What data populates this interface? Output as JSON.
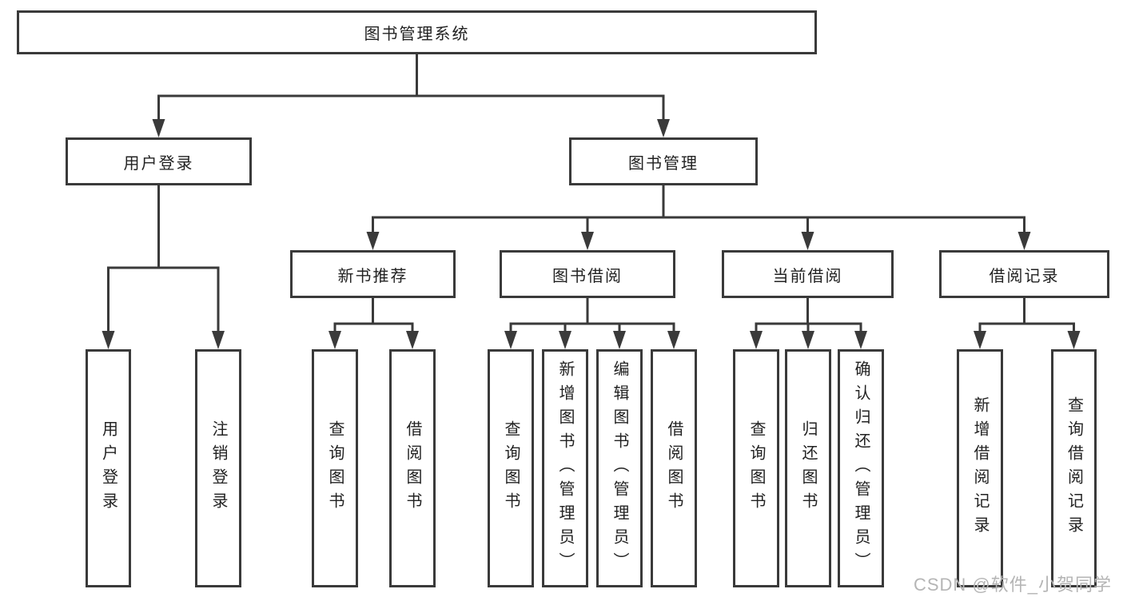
{
  "diagram": {
    "root": {
      "label": "图书管理系统"
    },
    "user_login": {
      "label": "用户登录",
      "children": [
        {
          "label": "用户登录"
        },
        {
          "label": "注销登录"
        }
      ]
    },
    "book_mgmt": {
      "label": "图书管理",
      "sections": [
        {
          "label": "新书推荐",
          "children": [
            {
              "label": "查询图书"
            },
            {
              "label": "借阅图书"
            }
          ]
        },
        {
          "label": "图书借阅",
          "children": [
            {
              "label": "查询图书"
            },
            {
              "label": "新增图书（管理员）"
            },
            {
              "label": "编辑图书（管理员）"
            },
            {
              "label": "借阅图书"
            }
          ]
        },
        {
          "label": "当前借阅",
          "children": [
            {
              "label": "查询图书"
            },
            {
              "label": "归还图书"
            },
            {
              "label": "确认归还（管理员）"
            }
          ]
        },
        {
          "label": "借阅记录",
          "children": [
            {
              "label": "新增借阅记录"
            },
            {
              "label": "查询借阅记录"
            }
          ]
        }
      ]
    },
    "colors": {
      "line": "#3a3a3a",
      "text": "#222222",
      "background": "#ffffff",
      "watermark": "#b5b5b5"
    }
  },
  "watermark": {
    "text": "CSDN @软件_小贺同学"
  }
}
